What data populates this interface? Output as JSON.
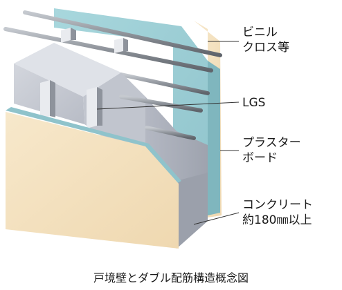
{
  "labels": {
    "vinyl_cloth": [
      "ビニル",
      "クロス等"
    ],
    "lgs": "LGS",
    "plaster_board": [
      "プラスター",
      "ボード"
    ],
    "concrete": [
      "コンクリート",
      "約180㎜以上"
    ]
  },
  "caption": "戸境壁とダブル配筋構造概念図",
  "colors": {
    "cloth": "#f4e3c2",
    "plaster": "#9ccfd6",
    "concrete_front": "#c8cbd3",
    "concrete_side": "#a9adb8",
    "concrete_top": "#dde0e6",
    "rebar": "#8a8f97",
    "leader": "#333333"
  }
}
